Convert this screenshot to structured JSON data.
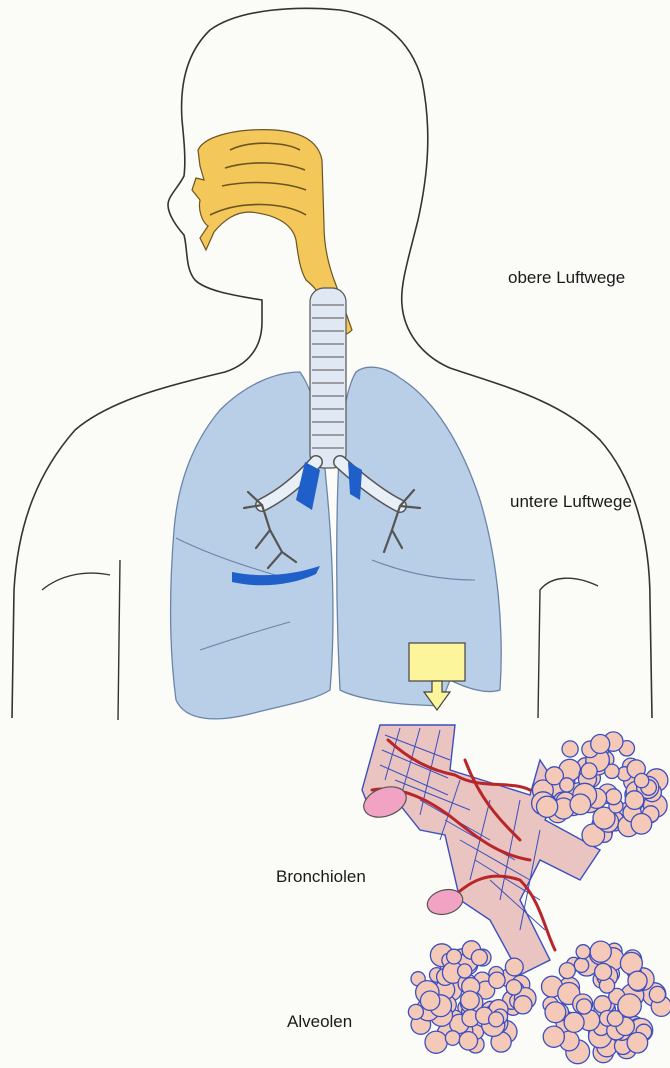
{
  "labels": {
    "upper_airways": "obere Luftwege",
    "lower_airways": "untere Luftwege",
    "bronchioles": "Bronchiolen",
    "alveoli": "Alveolen"
  },
  "colors": {
    "background": "#fbfbf8",
    "outline": "#333333",
    "upper_airway_fill": "#f3c75a",
    "lung_fill": "#b9cfe8",
    "lung_edge": "#6b84a8",
    "bronchus_highlight": "#1f5fc9",
    "callout_box": "#fdf59c",
    "alveoli_fill": "#f5c9b8",
    "alveoli_edge": "#3a4fc0",
    "vessel_red": "#b8262a",
    "tube_end": "#f2a2c2"
  }
}
